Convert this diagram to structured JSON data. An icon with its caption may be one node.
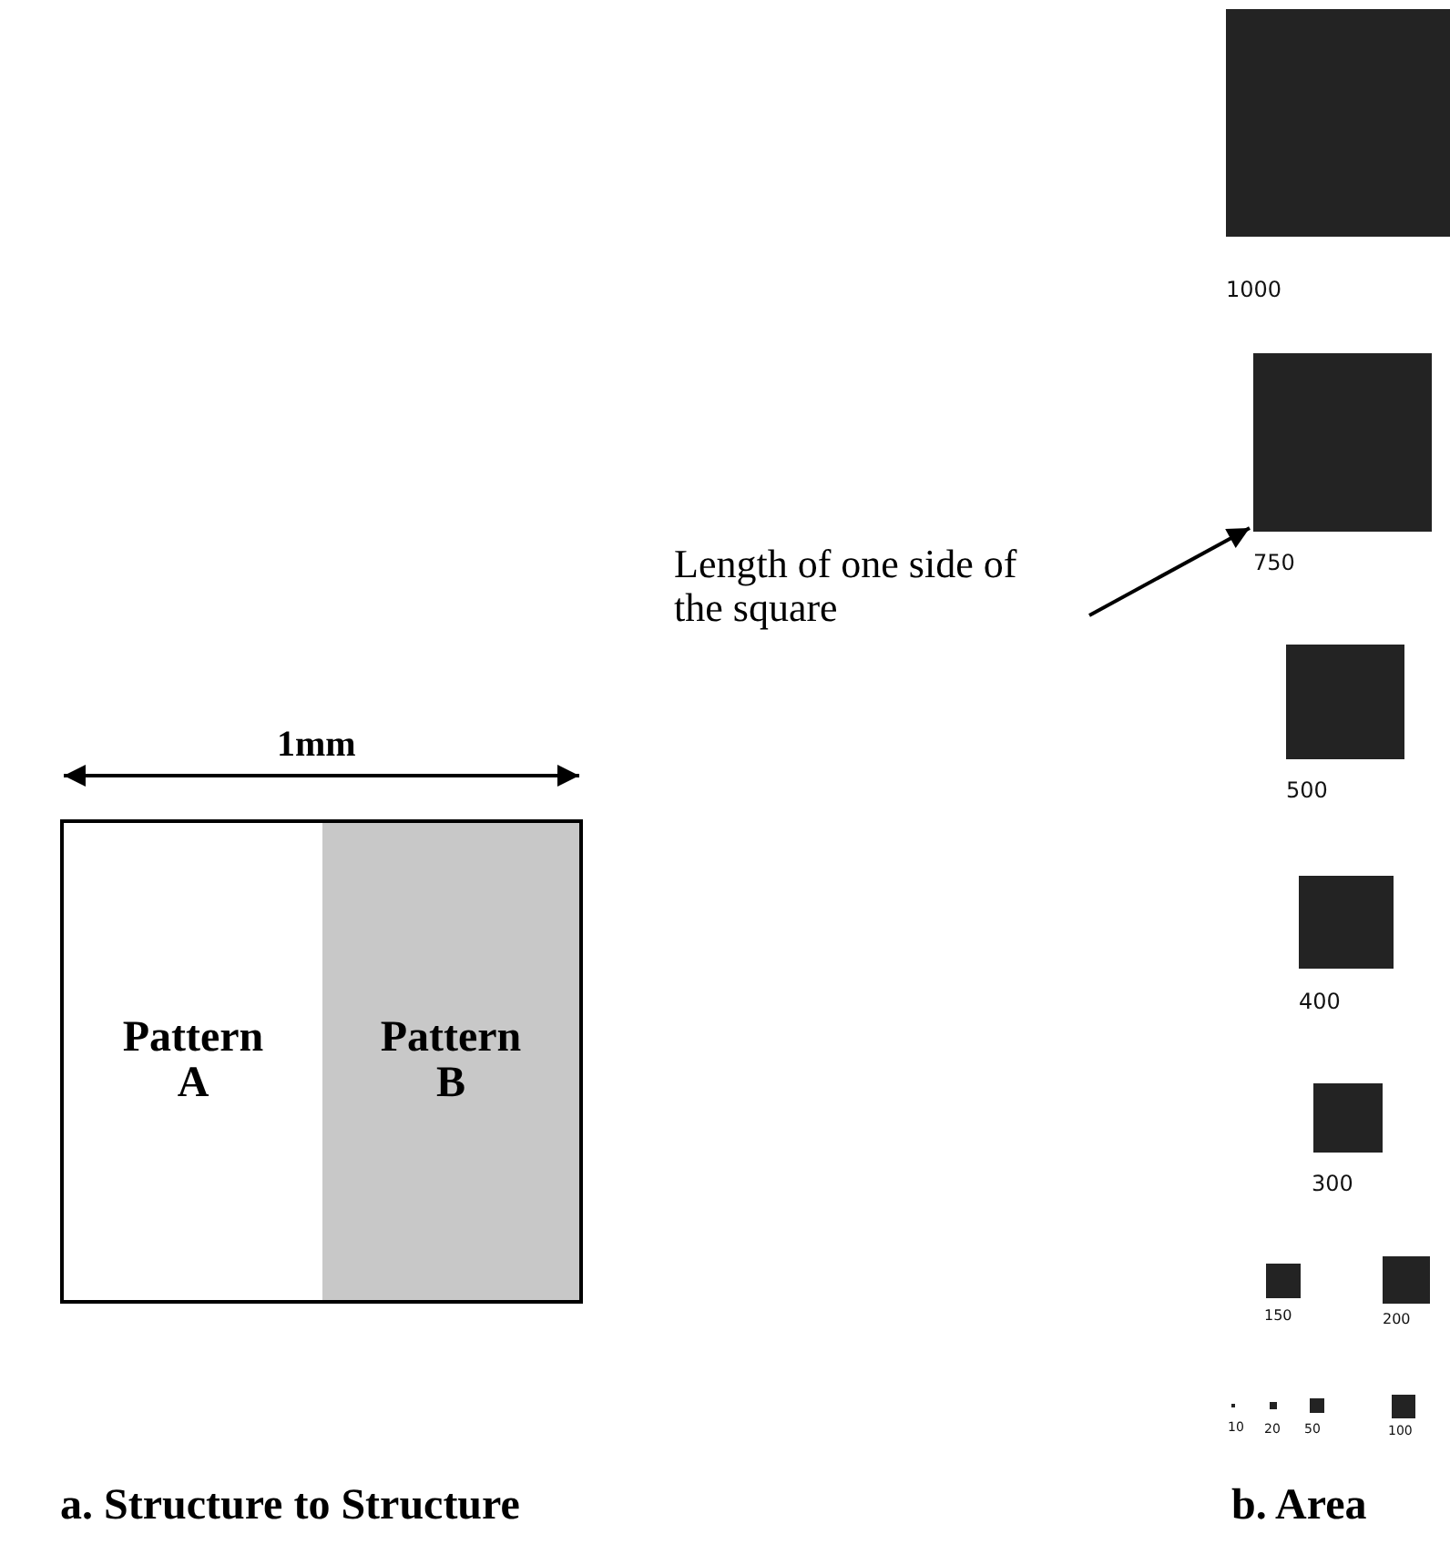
{
  "diagram": {
    "nodes": [
      {
        "text": [
          "Pattern A"
        ]
      },
      {
        "text": [
          "Pattern B"
        ]
      },
      {
        "text": [
          "Length of one side of the square"
        ]
      },
      {
        "text": [],
        "shape": "box",
        "beside": [
          "1000"
        ]
      },
      {
        "text": [],
        "shape": "box",
        "beside": [
          "750"
        ]
      },
      {
        "text": [],
        "shape": "box",
        "beside": [
          "500"
        ]
      },
      {
        "text": [],
        "shape": "box",
        "beside": [
          "400"
        ]
      },
      {
        "text": [],
        "shape": "box",
        "beside": [
          "300"
        ]
      },
      {
        "text": [],
        "shape": "box",
        "beside": [
          "150"
        ]
      },
      {
        "text": [],
        "shape": "box",
        "beside": [
          "200"
        ]
      },
      {
        "text": [],
        "shape": "box",
        "beside": [
          "10"
        ]
      },
      {
        "text": [],
        "shape": "box",
        "beside": [
          "20"
        ]
      },
      {
        "text": [],
        "shape": "box",
        "beside": [
          "50"
        ]
      },
      {
        "text": [],
        "shape": "box",
        "beside": [
          "100"
        ]
      }
    ],
    "edges": [
      {
        "from": 2,
        "to": 4,
        "arrow": "to"
      }
    ],
    "labels": [
      "1mm",
      "a. Structure to Structure",
      "b. Area"
    ]
  }
}
